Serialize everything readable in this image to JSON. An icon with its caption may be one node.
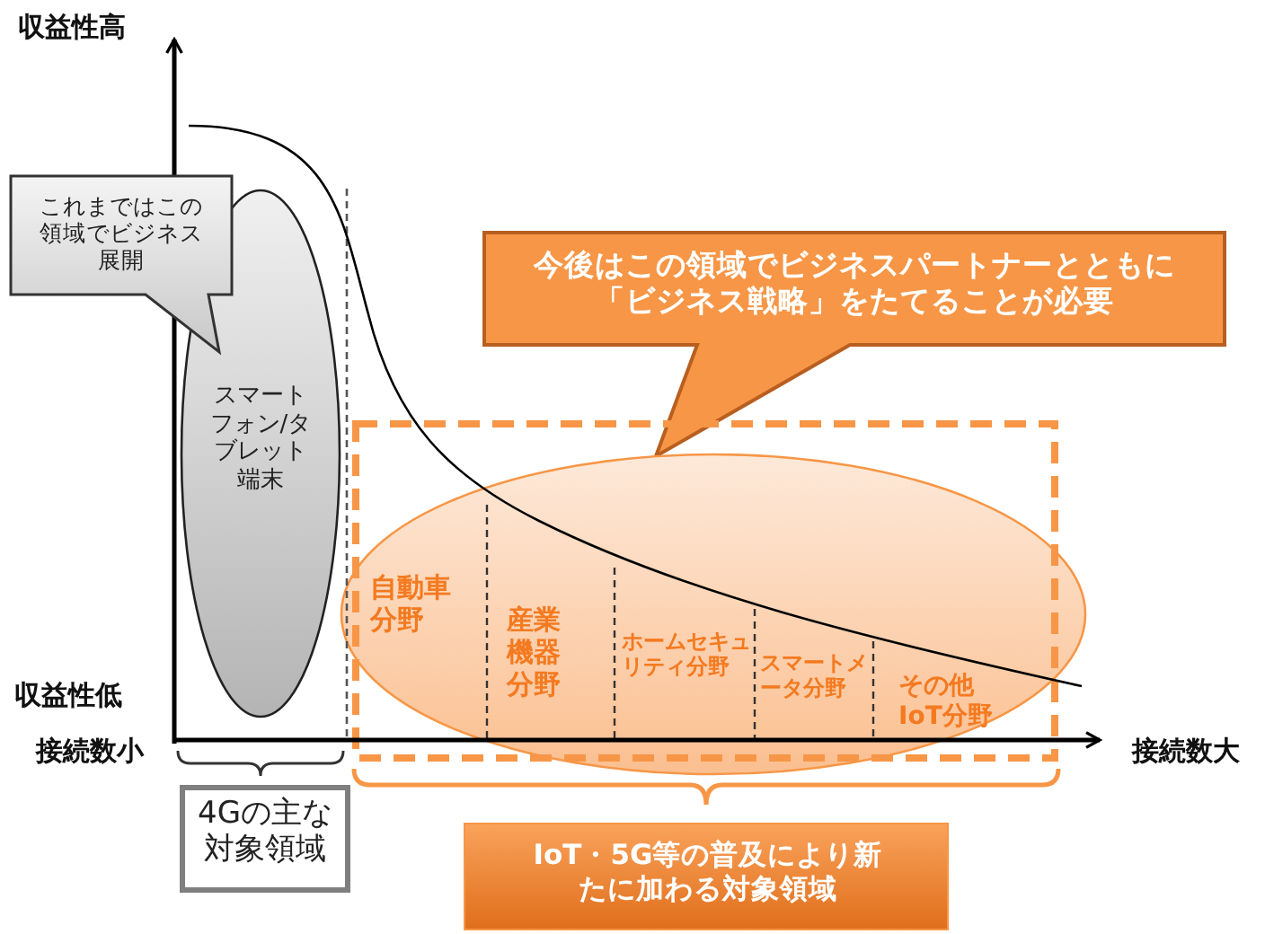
{
  "diagram": {
    "nodes": [
      {
        "text": [
          "これまではこの領域でビジネス展開"
        ]
      },
      {
        "text": [
          "スマートフォン/タブレット端末"
        ]
      },
      {
        "text": [
          "今後はこの領域でビジネスパートナーとともに「ビジネス戦略」をたてることが必要"
        ]
      },
      {
        "text": [
          "自動車分野",
          "産業機器分野",
          "ホームセキュリティ分野",
          "スマートメータ分野",
          "その他IoT分野"
        ]
      },
      {
        "text": [
          "4Gの主な対象領域"
        ]
      },
      {
        "text": [
          "IoT・5G等の普及により新たに加わる対象領域"
        ]
      }
    ],
    "edges": [],
    "labels": [
      "収益性高",
      "収益性低",
      "接続数小",
      "接続数大"
    ]
  }
}
